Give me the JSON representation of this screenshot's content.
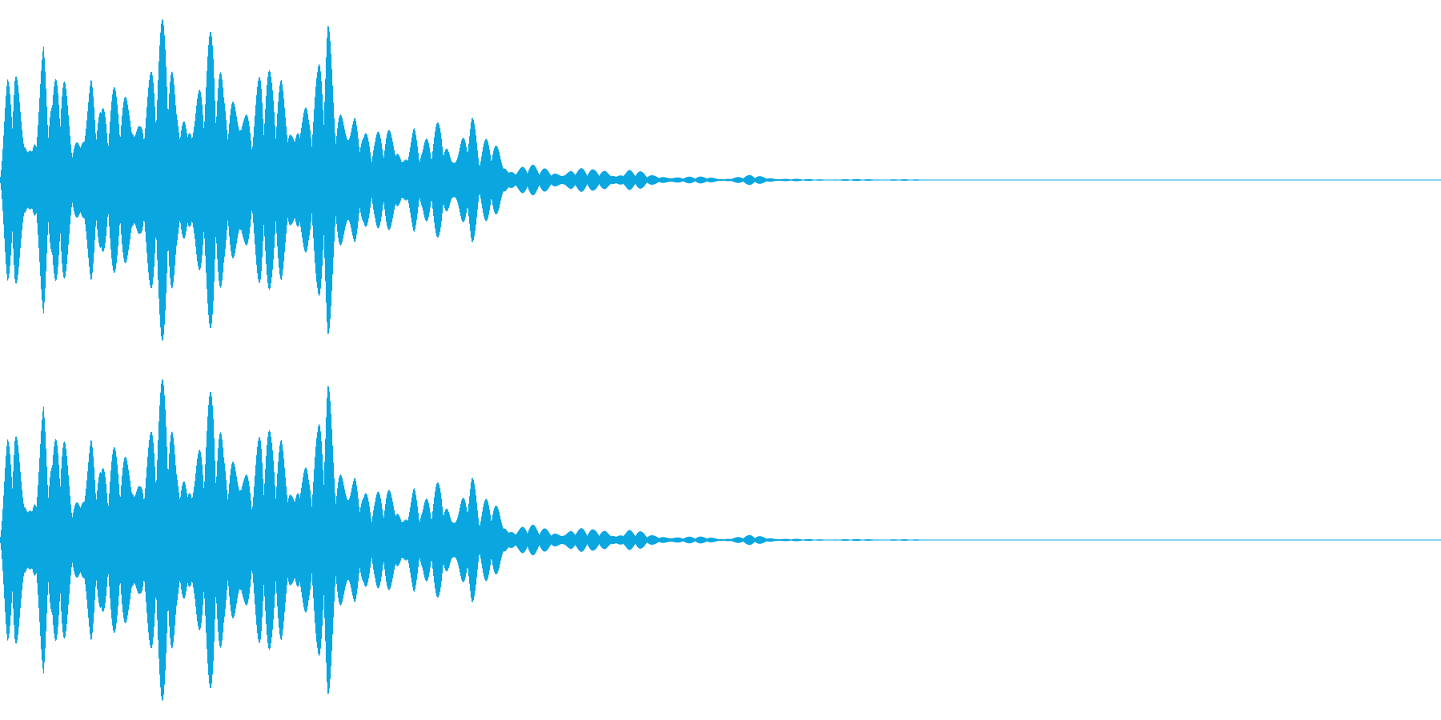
{
  "colors": {
    "background": "#ffffff",
    "waveform": "#0aa6e0"
  },
  "chart_data": {
    "type": "area",
    "title": "",
    "xlabel": "",
    "ylabel": "",
    "grid": false,
    "legend": "none",
    "x_domain": [
      0,
      1
    ],
    "y_domain": [
      -1,
      1
    ],
    "channels": [
      {
        "id": "channel-1",
        "peaks": [
          [
            0.0,
            0.05
          ],
          [
            0.005,
            0.62
          ],
          [
            0.01,
            0.92
          ],
          [
            0.016,
            0.55
          ],
          [
            0.022,
            0.3
          ],
          [
            0.03,
            0.88
          ],
          [
            0.036,
            0.45
          ],
          [
            0.042,
            0.82
          ],
          [
            0.05,
            0.35
          ],
          [
            0.057,
            0.55
          ],
          [
            0.063,
            0.8
          ],
          [
            0.07,
            0.4
          ],
          [
            0.076,
            0.5
          ],
          [
            0.083,
            0.62
          ],
          [
            0.09,
            0.78
          ],
          [
            0.097,
            0.55
          ],
          [
            0.104,
            0.68
          ],
          [
            0.11,
            0.85
          ],
          [
            0.116,
            1.0
          ],
          [
            0.122,
            0.55
          ],
          [
            0.128,
            0.72
          ],
          [
            0.135,
            0.62
          ],
          [
            0.142,
            0.78
          ],
          [
            0.148,
            0.9
          ],
          [
            0.155,
            0.55
          ],
          [
            0.162,
            0.7
          ],
          [
            0.168,
            0.82
          ],
          [
            0.175,
            0.45
          ],
          [
            0.181,
            0.72
          ],
          [
            0.188,
            0.6
          ],
          [
            0.195,
            0.7
          ],
          [
            0.202,
            0.55
          ],
          [
            0.208,
            0.68
          ],
          [
            0.214,
            0.48
          ],
          [
            0.22,
            0.62
          ],
          [
            0.227,
            1.0
          ],
          [
            0.233,
            0.55
          ],
          [
            0.24,
            0.65
          ],
          [
            0.246,
            0.6
          ],
          [
            0.252,
            0.3
          ],
          [
            0.26,
            0.25
          ],
          [
            0.268,
            0.35
          ],
          [
            0.274,
            0.38
          ],
          [
            0.28,
            0.25
          ],
          [
            0.287,
            0.38
          ],
          [
            0.293,
            0.2
          ],
          [
            0.3,
            0.3
          ],
          [
            0.306,
            0.4
          ],
          [
            0.313,
            0.22
          ],
          [
            0.32,
            0.38
          ],
          [
            0.327,
            0.42
          ],
          [
            0.333,
            0.18
          ],
          [
            0.34,
            0.28
          ],
          [
            0.346,
            0.24
          ],
          [
            0.352,
            0.12
          ],
          [
            0.358,
            0.08
          ],
          [
            0.365,
            0.1
          ],
          [
            0.372,
            0.08
          ],
          [
            0.38,
            0.07
          ],
          [
            0.388,
            0.06
          ],
          [
            0.396,
            0.08
          ],
          [
            0.404,
            0.07
          ],
          [
            0.412,
            0.06
          ],
          [
            0.42,
            0.07
          ],
          [
            0.428,
            0.05
          ],
          [
            0.436,
            0.07
          ],
          [
            0.444,
            0.05
          ],
          [
            0.452,
            0.03
          ],
          [
            0.462,
            0.03
          ],
          [
            0.472,
            0.02
          ],
          [
            0.482,
            0.02
          ],
          [
            0.492,
            0.02
          ],
          [
            0.502,
            0.01
          ],
          [
            0.512,
            0.02
          ],
          [
            0.522,
            0.03
          ],
          [
            0.532,
            0.02
          ],
          [
            0.542,
            0.01
          ],
          [
            0.56,
            0.005
          ],
          [
            0.58,
            0.005
          ],
          [
            0.6,
            0.005
          ],
          [
            0.62,
            0.005
          ],
          [
            0.64,
            0.003
          ],
          [
            0.66,
            0.0
          ],
          [
            1.0,
            0.0
          ]
        ]
      },
      {
        "id": "channel-2",
        "peaks": [
          [
            0.0,
            0.05
          ],
          [
            0.005,
            0.62
          ],
          [
            0.01,
            0.92
          ],
          [
            0.016,
            0.55
          ],
          [
            0.022,
            0.3
          ],
          [
            0.03,
            0.88
          ],
          [
            0.036,
            0.45
          ],
          [
            0.042,
            0.82
          ],
          [
            0.05,
            0.35
          ],
          [
            0.057,
            0.55
          ],
          [
            0.063,
            0.8
          ],
          [
            0.07,
            0.4
          ],
          [
            0.076,
            0.5
          ],
          [
            0.083,
            0.62
          ],
          [
            0.09,
            0.78
          ],
          [
            0.097,
            0.55
          ],
          [
            0.104,
            0.68
          ],
          [
            0.11,
            0.85
          ],
          [
            0.116,
            1.0
          ],
          [
            0.122,
            0.55
          ],
          [
            0.128,
            0.72
          ],
          [
            0.135,
            0.62
          ],
          [
            0.142,
            0.78
          ],
          [
            0.148,
            0.9
          ],
          [
            0.155,
            0.55
          ],
          [
            0.162,
            0.7
          ],
          [
            0.168,
            0.82
          ],
          [
            0.175,
            0.45
          ],
          [
            0.181,
            0.72
          ],
          [
            0.188,
            0.6
          ],
          [
            0.195,
            0.7
          ],
          [
            0.202,
            0.55
          ],
          [
            0.208,
            0.68
          ],
          [
            0.214,
            0.48
          ],
          [
            0.22,
            0.62
          ],
          [
            0.227,
            1.0
          ],
          [
            0.233,
            0.55
          ],
          [
            0.24,
            0.65
          ],
          [
            0.246,
            0.6
          ],
          [
            0.252,
            0.3
          ],
          [
            0.26,
            0.25
          ],
          [
            0.268,
            0.35
          ],
          [
            0.274,
            0.38
          ],
          [
            0.28,
            0.25
          ],
          [
            0.287,
            0.38
          ],
          [
            0.293,
            0.2
          ],
          [
            0.3,
            0.3
          ],
          [
            0.306,
            0.4
          ],
          [
            0.313,
            0.22
          ],
          [
            0.32,
            0.38
          ],
          [
            0.327,
            0.42
          ],
          [
            0.333,
            0.18
          ],
          [
            0.34,
            0.28
          ],
          [
            0.346,
            0.24
          ],
          [
            0.352,
            0.12
          ],
          [
            0.358,
            0.08
          ],
          [
            0.365,
            0.1
          ],
          [
            0.372,
            0.08
          ],
          [
            0.38,
            0.07
          ],
          [
            0.388,
            0.06
          ],
          [
            0.396,
            0.08
          ],
          [
            0.404,
            0.07
          ],
          [
            0.412,
            0.06
          ],
          [
            0.42,
            0.07
          ],
          [
            0.428,
            0.05
          ],
          [
            0.436,
            0.07
          ],
          [
            0.444,
            0.05
          ],
          [
            0.452,
            0.03
          ],
          [
            0.462,
            0.03
          ],
          [
            0.472,
            0.02
          ],
          [
            0.482,
            0.02
          ],
          [
            0.492,
            0.02
          ],
          [
            0.502,
            0.01
          ],
          [
            0.512,
            0.02
          ],
          [
            0.522,
            0.03
          ],
          [
            0.532,
            0.02
          ],
          [
            0.542,
            0.01
          ],
          [
            0.56,
            0.005
          ],
          [
            0.58,
            0.005
          ],
          [
            0.6,
            0.005
          ],
          [
            0.62,
            0.005
          ],
          [
            0.64,
            0.003
          ],
          [
            0.66,
            0.0
          ],
          [
            1.0,
            0.0
          ]
        ]
      }
    ]
  }
}
